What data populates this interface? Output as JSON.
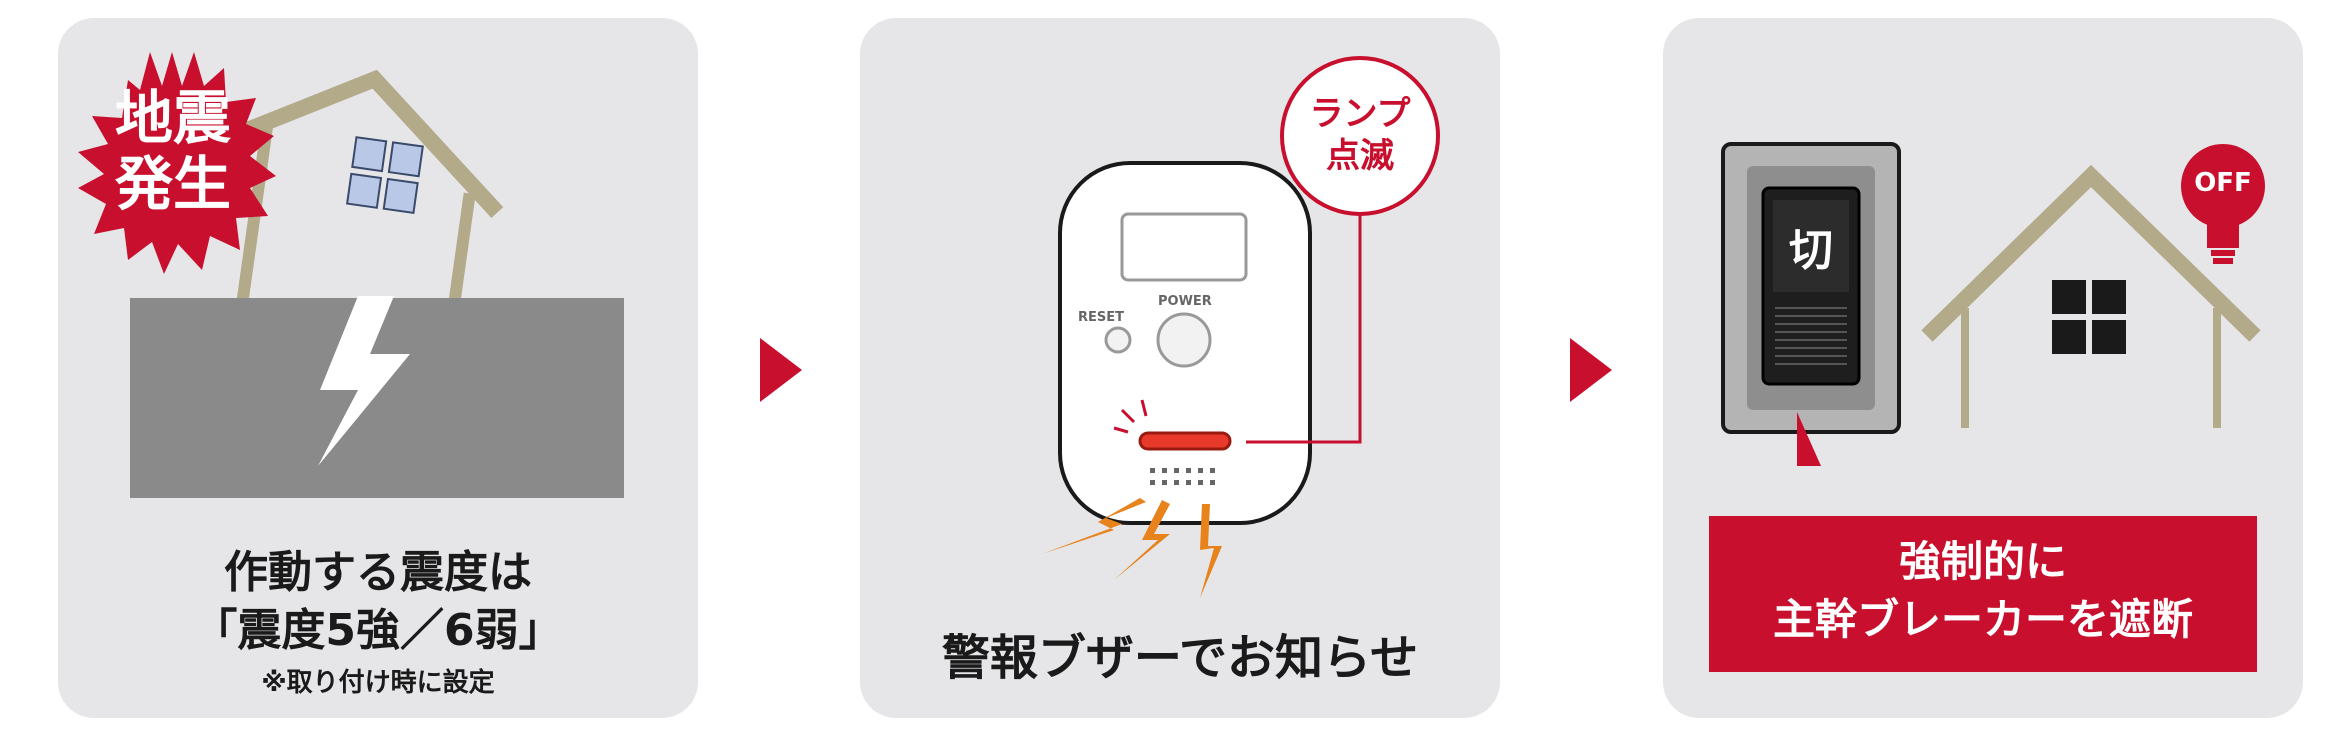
{
  "colors": {
    "accent_red": "#c8102e",
    "panel_bg": "#e6e6e9",
    "ground_gray": "#8a8a8a",
    "house_line": "#b3aa8a"
  },
  "step1": {
    "badge_line1": "地震",
    "badge_line2": "発生",
    "title_line1": "作動する震度は",
    "title_line2": "「震度5強／6弱」",
    "note": "※取り付け時に設定"
  },
  "step2": {
    "lamp_line1": "ランプ",
    "lamp_line2": "点滅",
    "reset_label": "RESET",
    "power_label": "POWER",
    "caption": "警報ブザーでお知らせ"
  },
  "step3": {
    "switch_label": "切",
    "bulb_label": "OFF",
    "caption_line1": "強制的に",
    "caption_line2": "主幹ブレーカーを遮断"
  },
  "icons": [
    "lightning-icon",
    "house-icon",
    "bulb-off-icon",
    "chevron-right-icon"
  ]
}
